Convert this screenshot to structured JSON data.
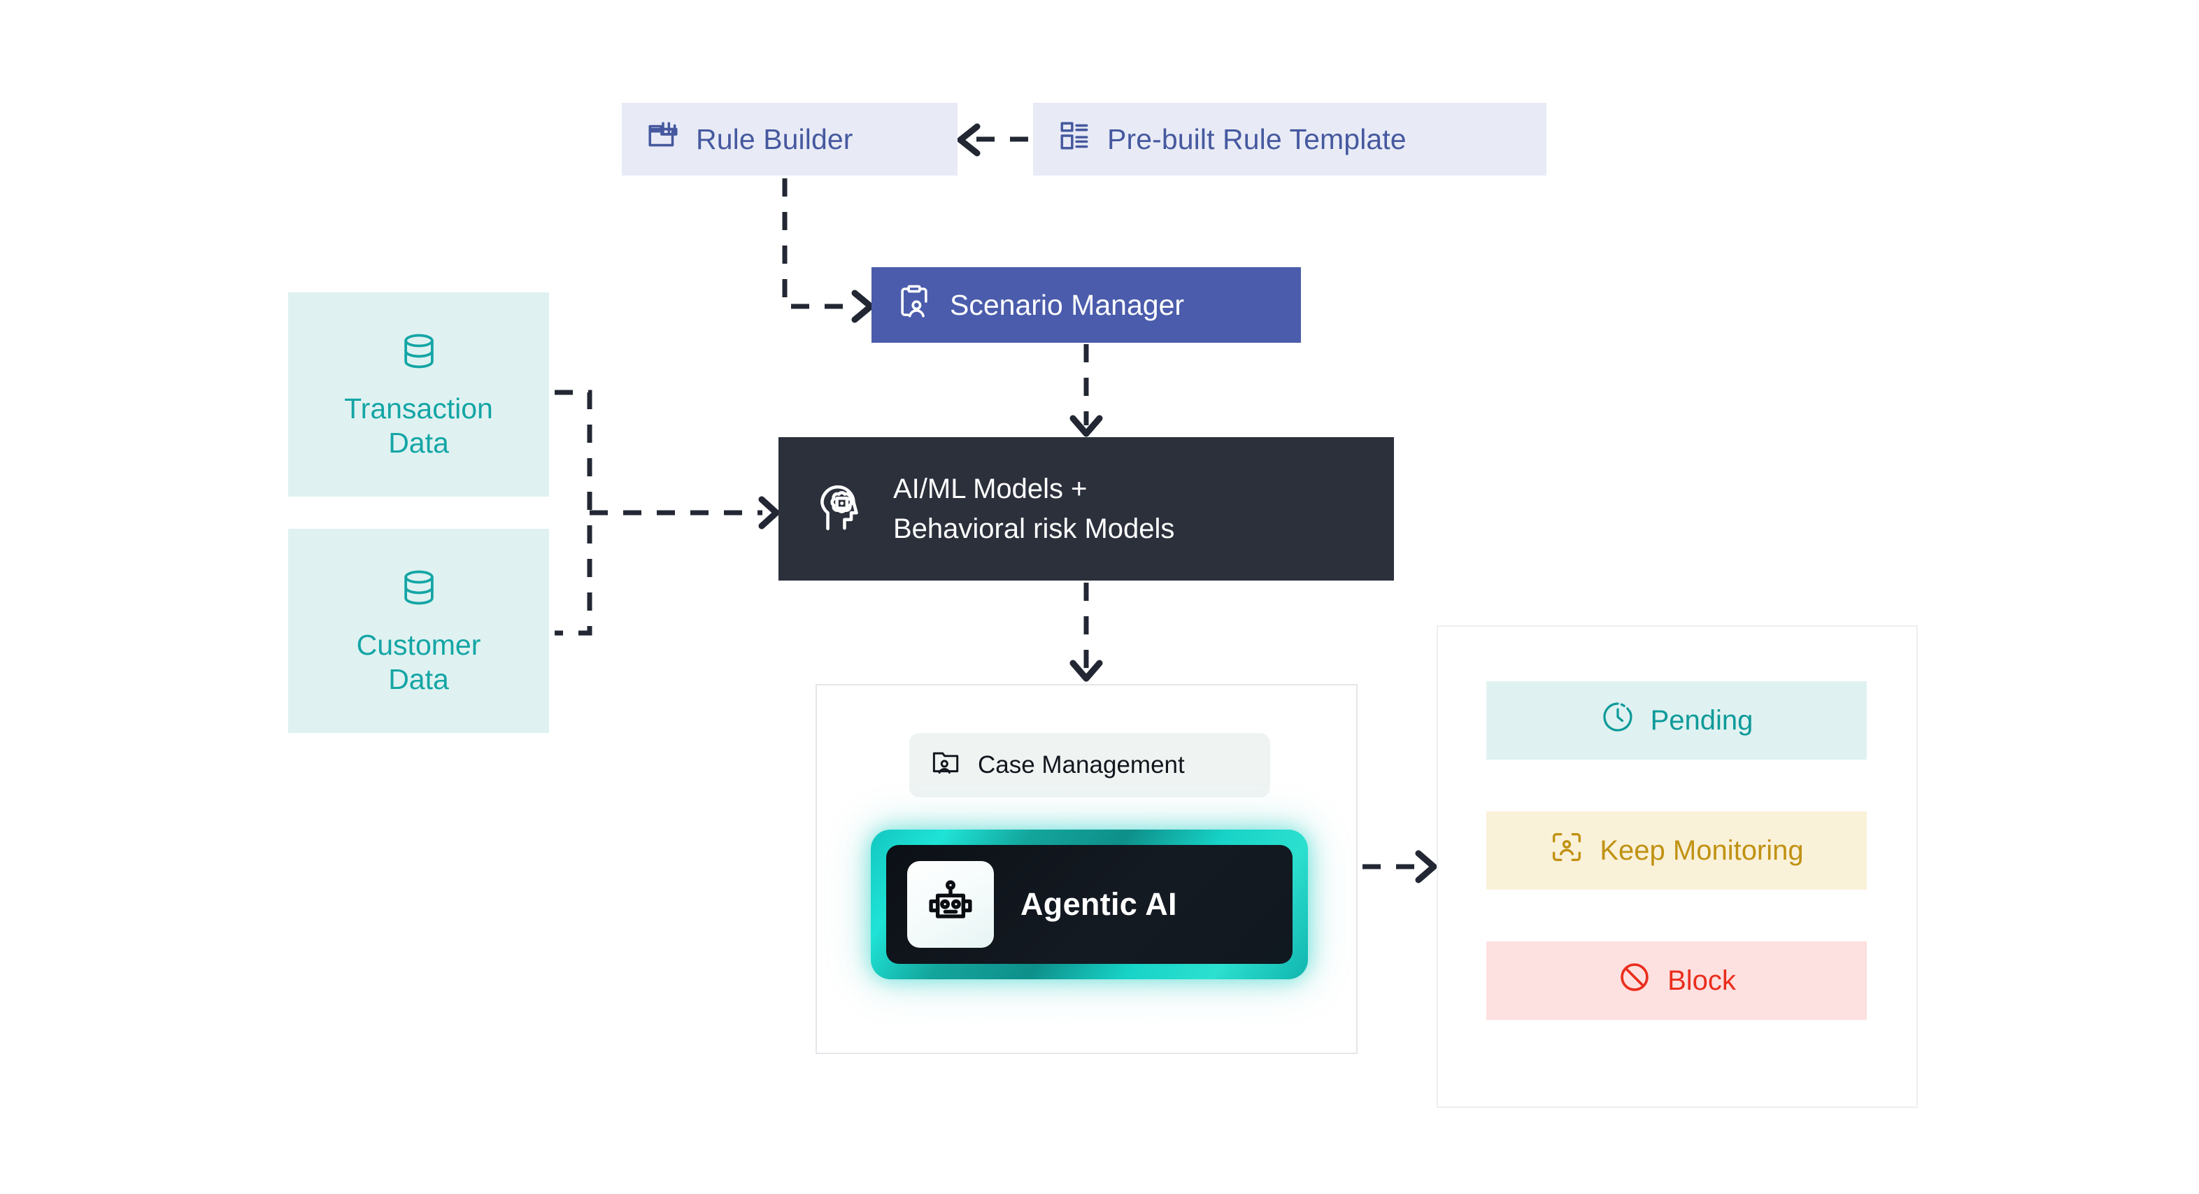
{
  "theme": {
    "lavender_bg": "#e8ebf6",
    "lavender_fg": "#46599f",
    "indigo_bg": "#4a5cab",
    "dark_bg": "#2b303b",
    "teal_bg": "#dff2f1",
    "teal_fg": "#14a5a5",
    "gold_bg": "#faf1d9",
    "gold_fg": "#c09213",
    "red_bg": "#fde0e0",
    "red_fg": "#ea2d1c",
    "glow_cyan": "#18d6c8",
    "panel_border": "#e4e6e9",
    "canvas": "#ffffff"
  },
  "diagram": {
    "type": "flow-diagram",
    "rule_builder": {
      "label": "Rule Builder",
      "icon": "rule-builder-icon"
    },
    "prebuilt_template": {
      "label": "Pre-built Rule Template",
      "icon": "template-list-icon"
    },
    "scenario_manager": {
      "label": "Scenario Manager",
      "icon": "clipboard-user-icon"
    },
    "aiml": {
      "line1": "AI/ML Models +",
      "line2": "Behavioral risk Models",
      "icon": "head-brain-ai-icon"
    },
    "data_sources": [
      {
        "label_line1": "Transaction",
        "label_line2": "Data",
        "icon": "database-icon"
      },
      {
        "label_line1": "Customer",
        "label_line2": "Data",
        "icon": "database-icon"
      }
    ],
    "case_management": {
      "label": "Case Management",
      "icon": "folder-user-icon"
    },
    "agentic_ai": {
      "label": "Agentic AI",
      "icon": "robot-icon"
    },
    "decisions": [
      {
        "label": "Pending",
        "icon": "clock-dashed-icon"
      },
      {
        "label": "Keep Monitoring",
        "icon": "user-scan-icon"
      },
      {
        "label": "Block",
        "icon": "prohibited-icon"
      }
    ],
    "connections": [
      {
        "from": "prebuilt_template",
        "to": "rule_builder",
        "style": "dashed",
        "direction": "left"
      },
      {
        "from": "rule_builder",
        "to": "scenario_manager",
        "style": "dashed",
        "direction": "down-right"
      },
      {
        "from": "scenario_manager",
        "to": "aiml",
        "style": "dashed",
        "direction": "down"
      },
      {
        "from": "data_sources",
        "to": "aiml",
        "style": "dashed",
        "direction": "right-merge"
      },
      {
        "from": "aiml",
        "to": "case_panel",
        "style": "dashed",
        "direction": "down"
      },
      {
        "from": "agentic_ai",
        "to": "decision_panel",
        "style": "dashed",
        "direction": "right"
      }
    ]
  }
}
